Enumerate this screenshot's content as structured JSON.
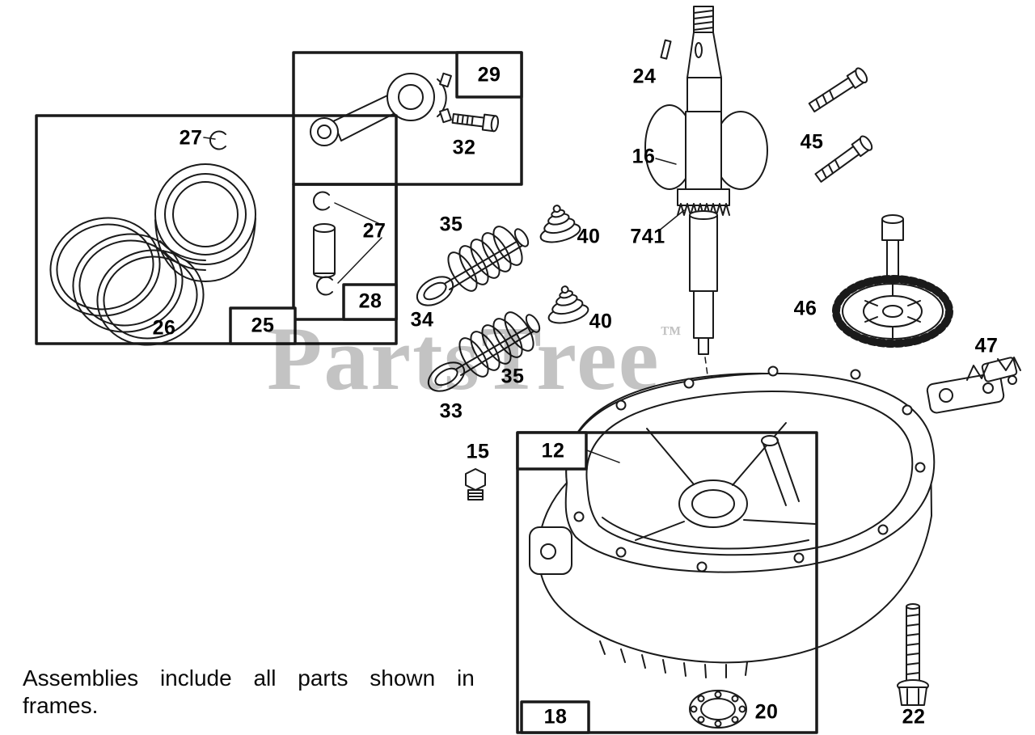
{
  "watermark": {
    "text": "PartsTree",
    "tm": "™"
  },
  "footer": {
    "line1": "Assemblies include all parts shown in",
    "line2": "frames."
  },
  "labels": {
    "l24": "24",
    "l16": "16",
    "l45": "45",
    "l741": "741",
    "l29": "29",
    "l32": "32",
    "l27a": "27",
    "l27b": "27",
    "l35a": "35",
    "l40a": "40",
    "l28": "28",
    "l26": "26",
    "l25": "25",
    "l34": "34",
    "l40b": "40",
    "l46": "46",
    "l35b": "35",
    "l47": "47",
    "l33": "33",
    "l15": "15",
    "l12": "12",
    "l18": "18",
    "l20": "20",
    "l22": "22"
  }
}
